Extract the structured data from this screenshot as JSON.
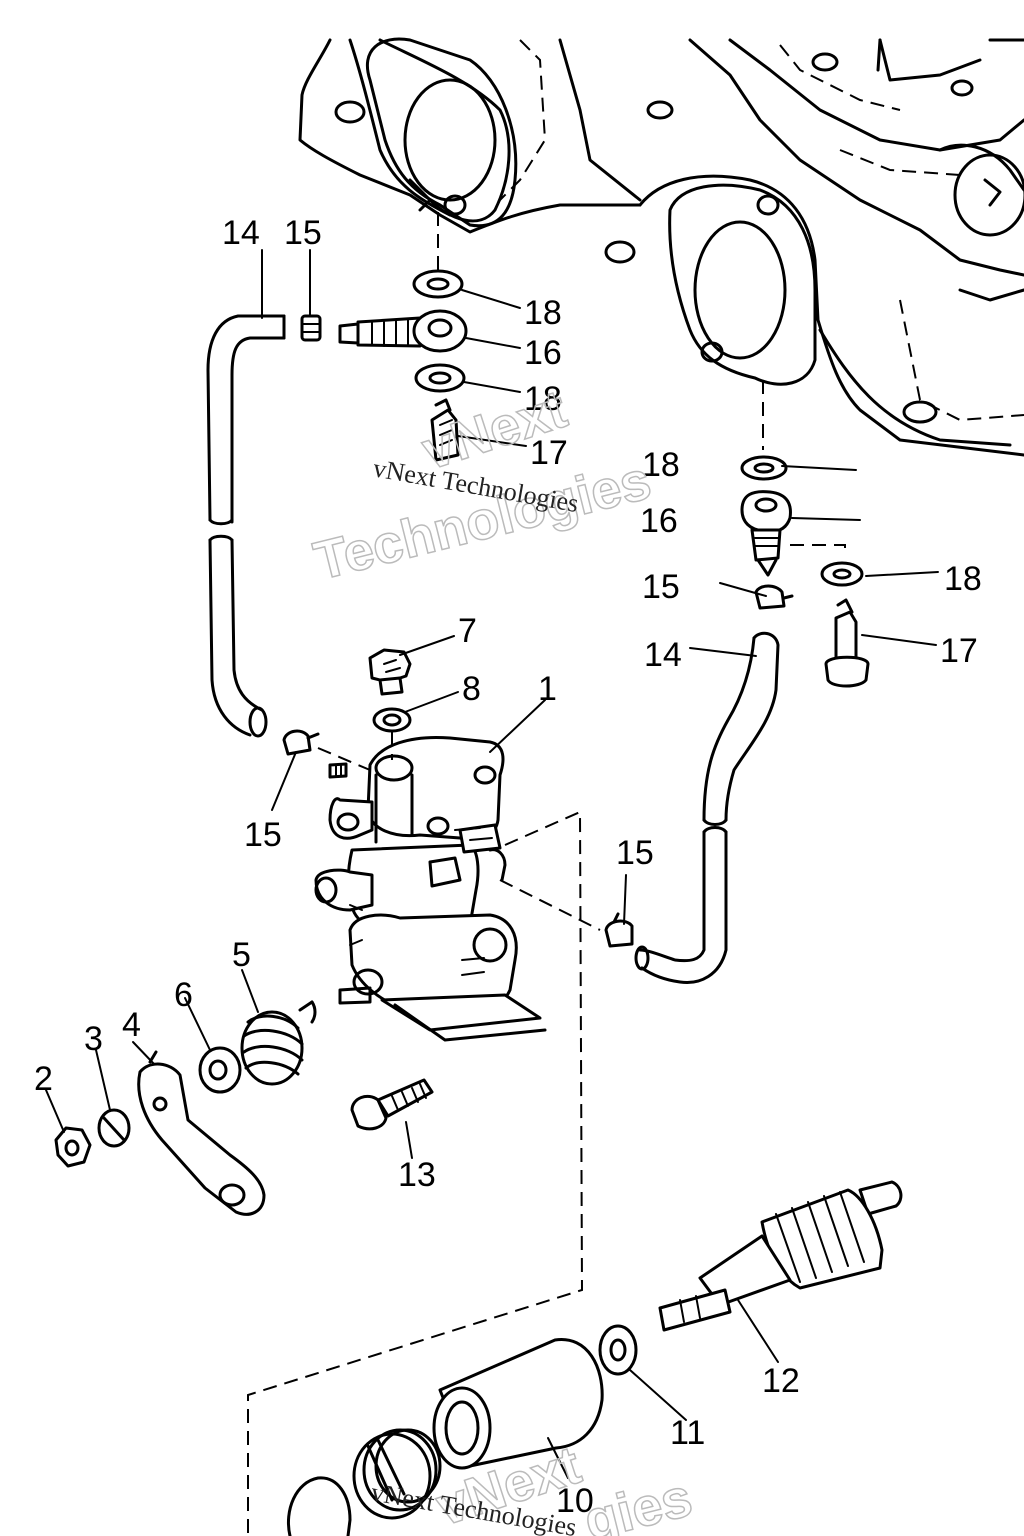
{
  "callouts": {
    "c1": "1",
    "c2": "2",
    "c3": "3",
    "c4": "4",
    "c5": "5",
    "c6": "6",
    "c7": "7",
    "c8": "8",
    "c10": "10",
    "c11": "11",
    "c12": "12",
    "c13": "13",
    "c14a": "14",
    "c14b": "14",
    "c15a": "15",
    "c15b": "15",
    "c15c": "15",
    "c15d": "15",
    "c16a": "16",
    "c16b": "16",
    "c17a": "17",
    "c17b": "17",
    "c18a": "18",
    "c18b": "18",
    "c18c": "18",
    "c18d": "18"
  },
  "watermark": {
    "brand": "vNext",
    "word": "Technologies",
    "full": "vNext Technologies"
  }
}
